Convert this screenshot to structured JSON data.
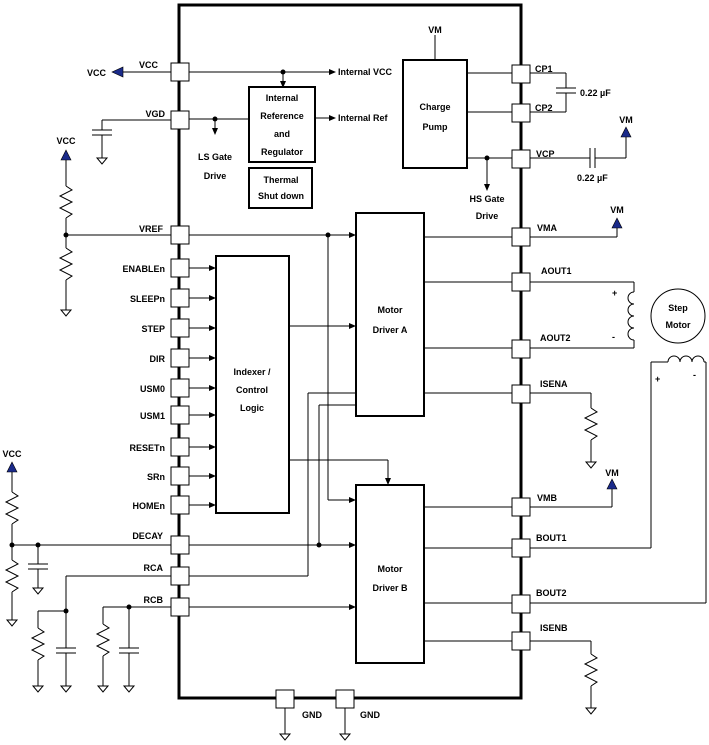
{
  "diagram": {
    "pins_left": {
      "vcc": "VCC",
      "vgd": "VGD",
      "vref": "VREF",
      "enablen": "ENABLEn",
      "sleepn": "SLEEPn",
      "step": "STEP",
      "dir": "DIR",
      "usm0": "USM0",
      "usm1": "USM1",
      "resetn": "RESETn",
      "srn": "SRn",
      "homen": "HOMEn",
      "decay": "DECAY",
      "rca": "RCA",
      "rcb": "RCB"
    },
    "pins_right": {
      "vm": "VM",
      "cp1": "CP1",
      "cp2": "CP2",
      "vcp": "VCP",
      "vma": "VMA",
      "aout1": "AOUT1",
      "aout2": "AOUT2",
      "isena": "ISENA",
      "vmb": "VMB",
      "bout1": "BOUT1",
      "bout2": "BOUT2",
      "isenb": "ISENB"
    },
    "pins_bottom": {
      "gnd1": "GND",
      "gnd2": "GND"
    },
    "blocks": {
      "ref_reg": [
        "Internal",
        "Reference",
        "and",
        "Regulator"
      ],
      "thermal": [
        "Thermal",
        "Shut down"
      ],
      "charge_pump": [
        "Charge",
        "Pump"
      ],
      "indexer": [
        "Indexer /",
        "Control",
        "Logic"
      ],
      "driver_a": [
        "Motor",
        "Driver A"
      ],
      "driver_b": [
        "Motor",
        "Driver B"
      ]
    },
    "labels": {
      "internal_vcc": "Internal  VCC",
      "internal_ref": "Internal Ref",
      "ls_gate": [
        "LS Gate",
        "Drive"
      ],
      "hs_gate": [
        "HS Gate",
        "Drive"
      ],
      "cap_cp": "0.22 µF",
      "cap_vcp": "0.22 µF",
      "ext_vcc_left": "VCC",
      "ext_vcc_vgd": "VCC",
      "ext_vcc_decay": "VCC",
      "ext_vm_vcp": "VM",
      "ext_vm_vma": "VM",
      "ext_vm_vmb": "VM",
      "motor": [
        "Step",
        "Motor"
      ],
      "plus_a": "+",
      "minus_a": "-",
      "plus_b": "+",
      "minus_b": "-"
    }
  }
}
